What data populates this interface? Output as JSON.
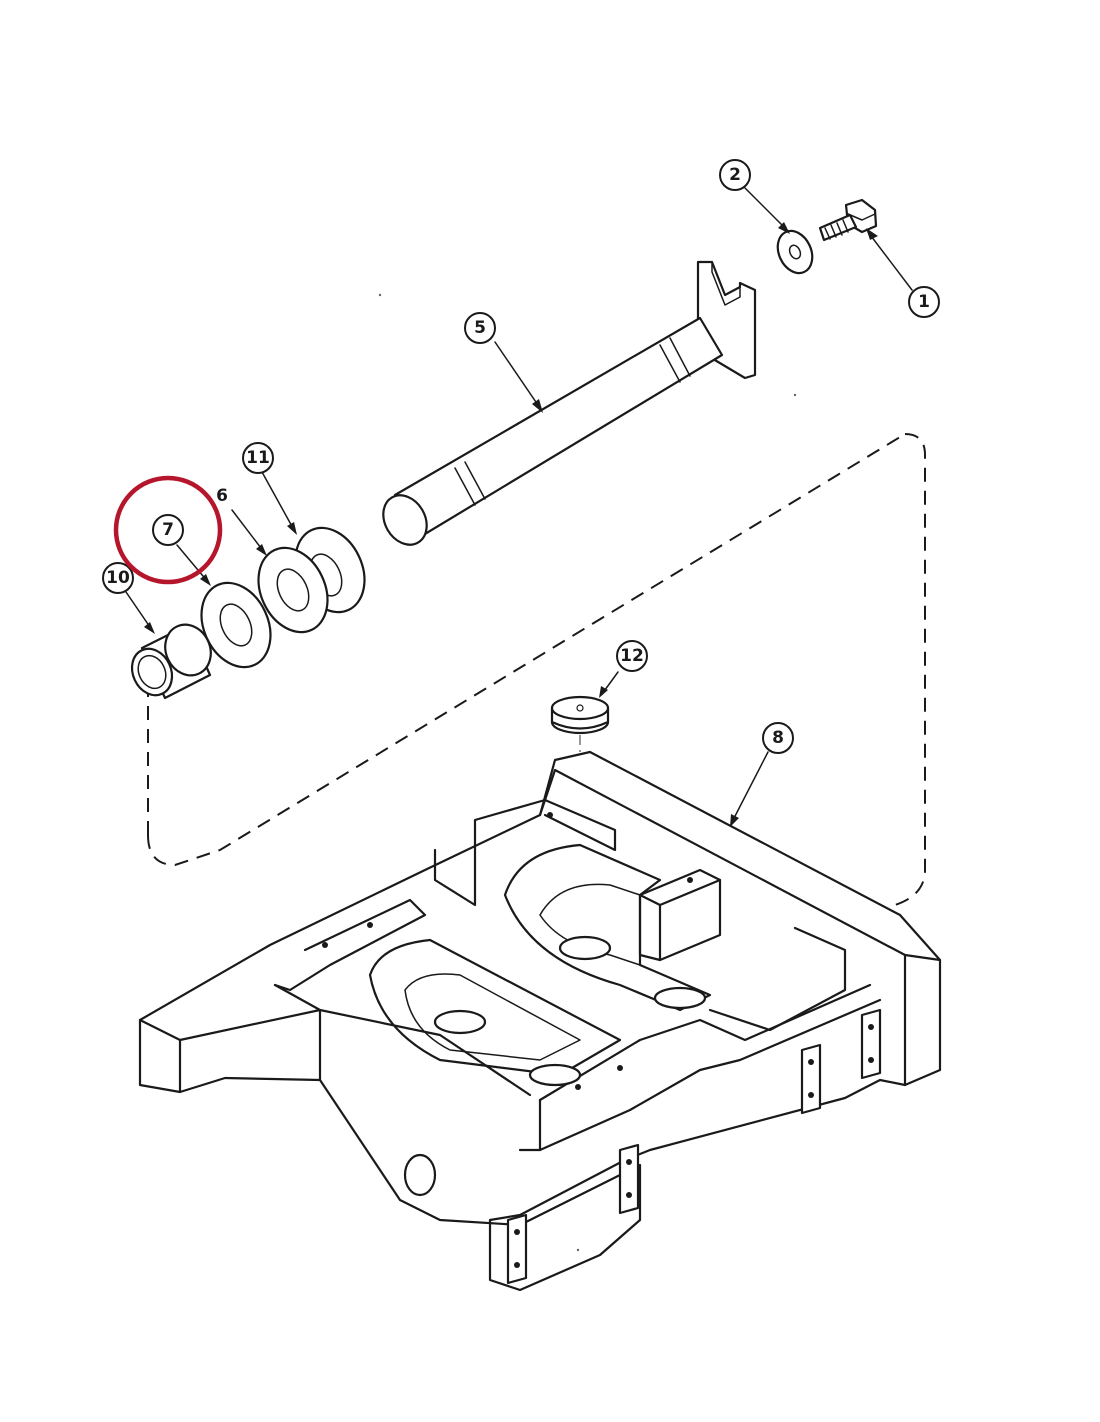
{
  "callouts": {
    "c1": "1",
    "c2": "2",
    "c5": "5",
    "c6": "6",
    "c7": "7",
    "c8": "8",
    "c10": "10",
    "c11": "11",
    "c12": "12"
  },
  "highlight": {
    "target": "7",
    "color": "#b5162b"
  },
  "parts_icons": [
    "bolt-icon",
    "washer-icon",
    "shaft-icon",
    "bushing-icon",
    "plug-icon",
    "frame-icon"
  ]
}
